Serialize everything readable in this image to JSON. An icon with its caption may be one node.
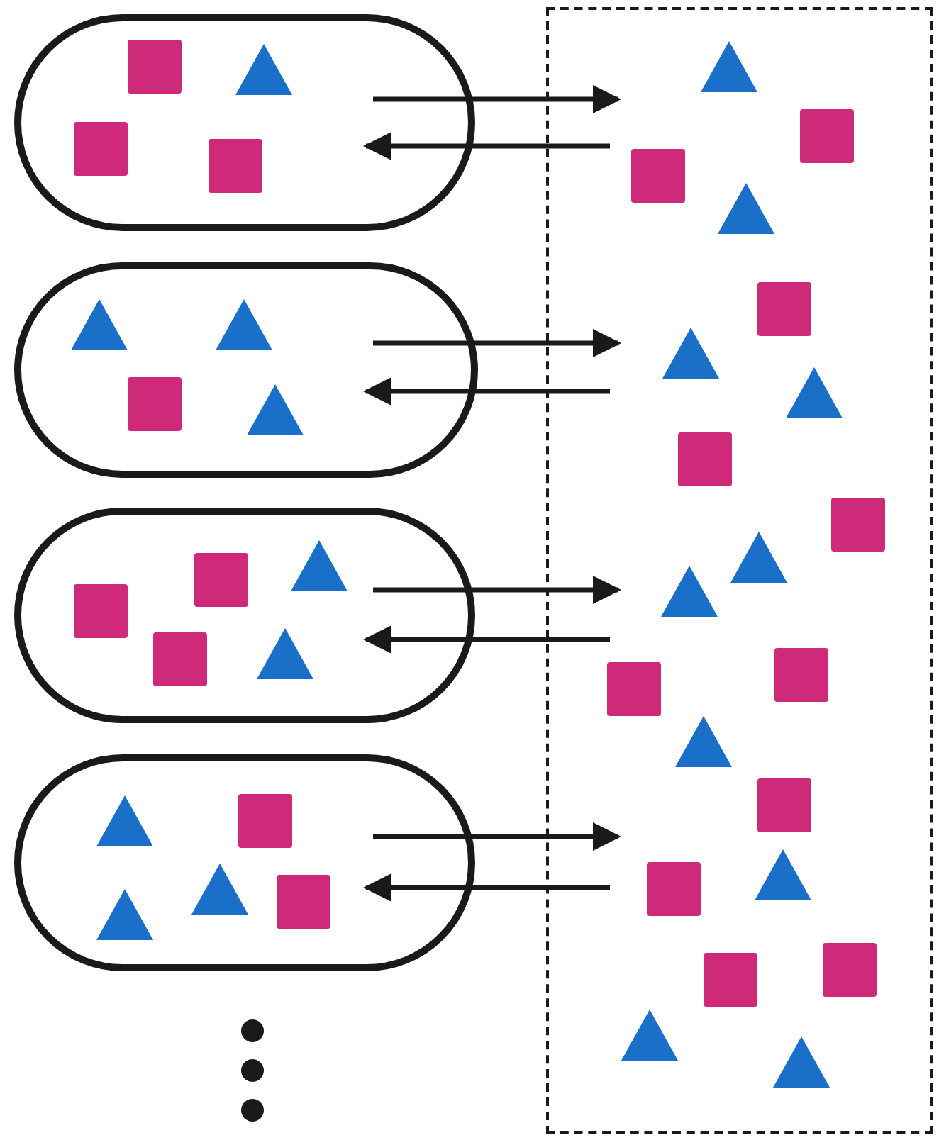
{
  "diagram": {
    "nodes": [
      {
        "text": [],
        "shape": "capsule"
      },
      {
        "text": [],
        "shape": "capsule"
      },
      {
        "text": [],
        "shape": "capsule"
      },
      {
        "text": [],
        "shape": "capsule"
      },
      {
        "text": [],
        "shape": "box"
      }
    ],
    "edges": [
      {
        "from": 0,
        "to": 4,
        "arrow": "to"
      },
      {
        "from": 4,
        "to": 0,
        "arrow": "to"
      },
      {
        "from": 1,
        "to": 4,
        "arrow": "to"
      },
      {
        "from": 4,
        "to": 1,
        "arrow": "to"
      },
      {
        "from": 2,
        "to": 4,
        "arrow": "to"
      },
      {
        "from": 4,
        "to": 2,
        "arrow": "to"
      },
      {
        "from": 3,
        "to": 4,
        "arrow": "to"
      },
      {
        "from": 4,
        "to": 3,
        "arrow": "to"
      }
    ]
  }
}
